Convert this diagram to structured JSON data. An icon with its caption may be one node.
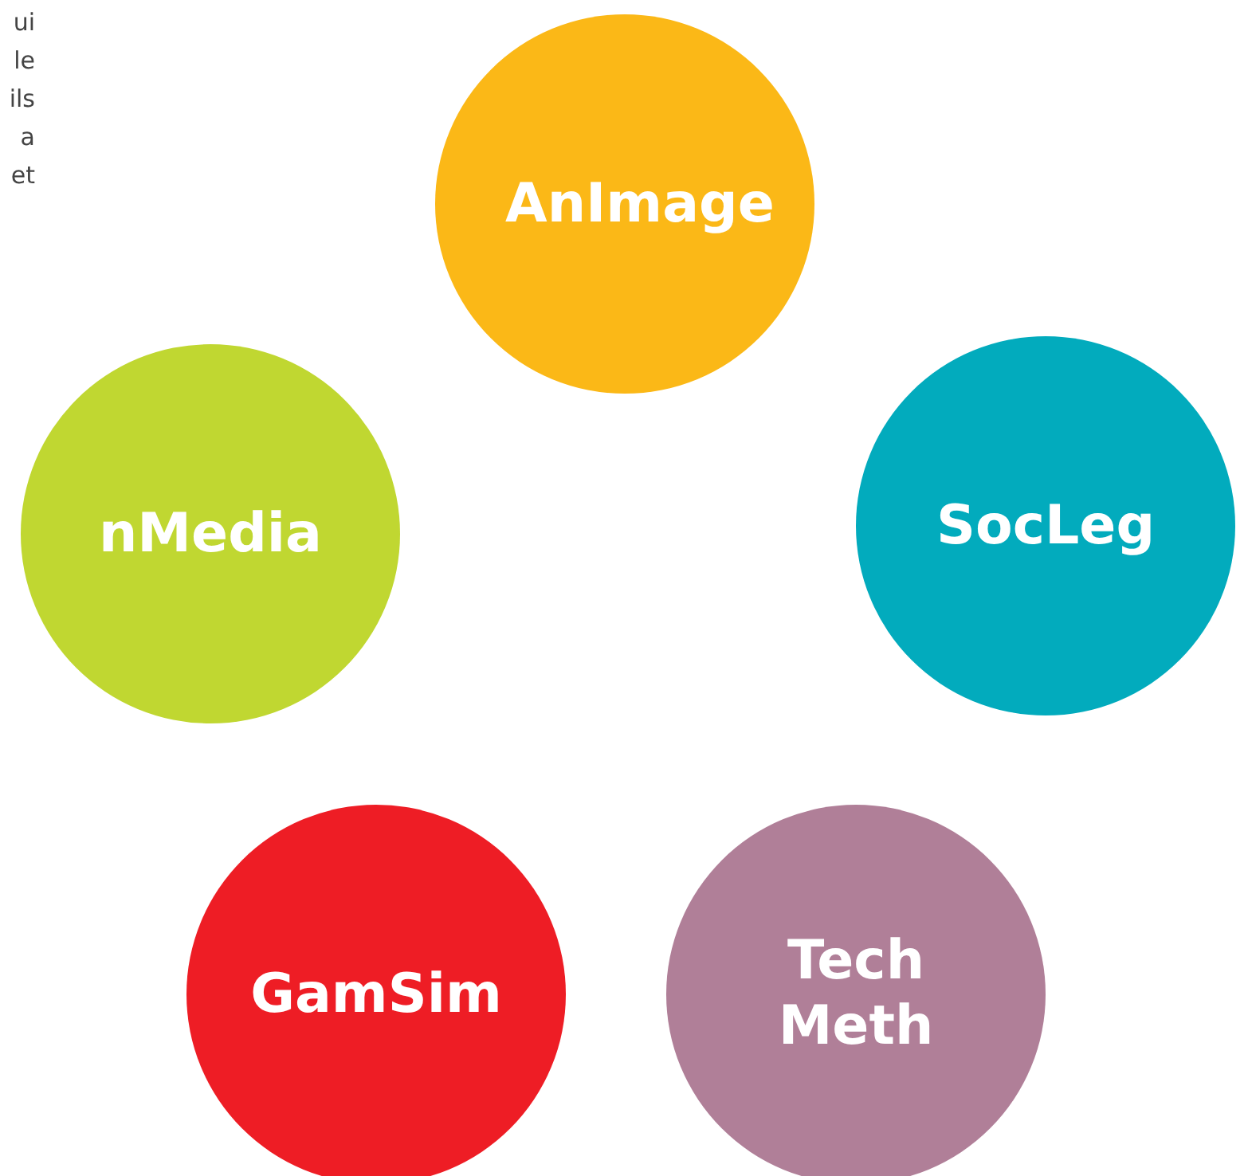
{
  "diagram": {
    "nodes": [
      {
        "text": [
          "AnImage"
        ]
      },
      {
        "text": [
          "nMedia"
        ]
      },
      {
        "text": [
          "SocLeg"
        ]
      },
      {
        "text": [
          "GamSim"
        ]
      },
      {
        "text": [
          "Tech Meth"
        ]
      }
    ],
    "labels": [
      "ui le ils a et"
    ]
  }
}
